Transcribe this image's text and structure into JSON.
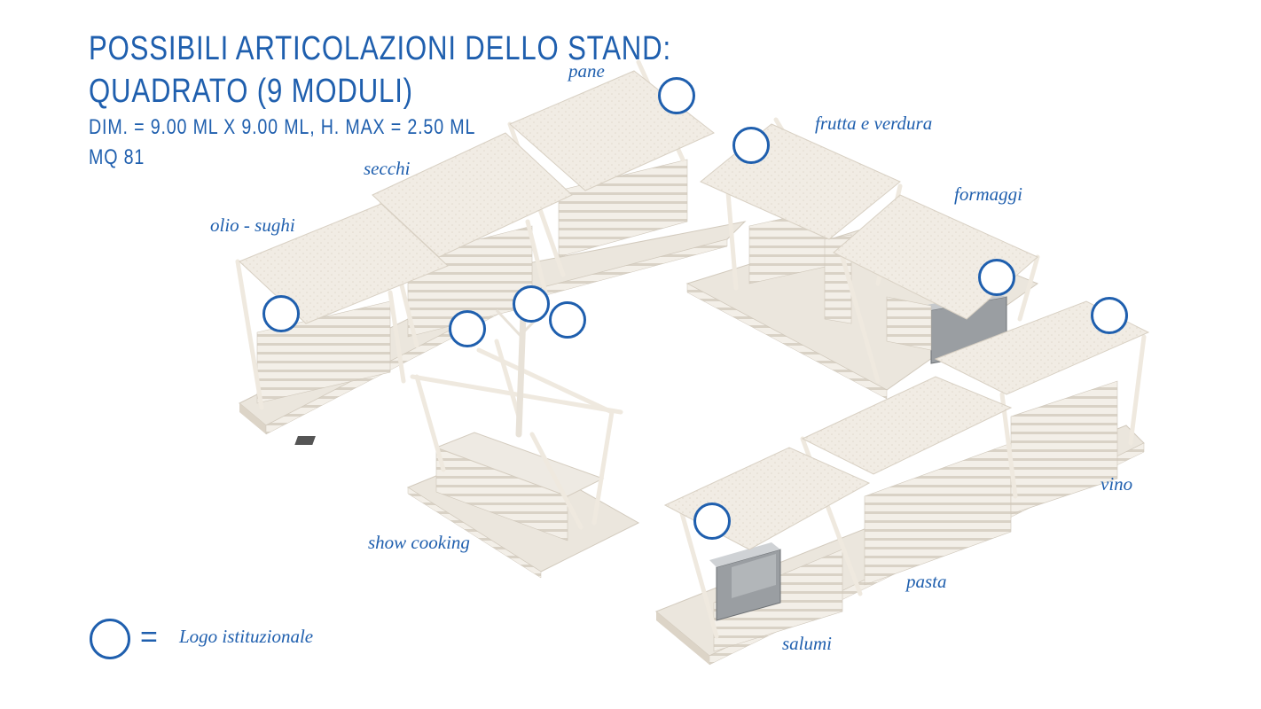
{
  "title": {
    "line1": "POSSIBILI ARTICOLAZIONI DELLO STAND:",
    "line2": "QUADRATO (9 MODULI)",
    "line3": "DIM. = 9.00 ML X 9.00 ML, H. MAX = 2.50 ML",
    "line4": "MQ 81"
  },
  "labels": {
    "pane": "pane",
    "secchi": "secchi",
    "olio_sughi": "olio - sughi",
    "frutta_verdura": "frutta e verdura",
    "formaggi": "formaggi",
    "vino": "vino",
    "show_cooking": "show cooking",
    "pasta": "pasta",
    "salumi": "salumi"
  },
  "legend": {
    "equals": "=",
    "text": "Logo istituzionale"
  },
  "colors": {
    "accent": "#1f5fae",
    "structure": "#f2ede5",
    "structure_shadow": "#ddd6cb",
    "floor": "#ebe6dd",
    "counter_metal": "#8e9295"
  }
}
